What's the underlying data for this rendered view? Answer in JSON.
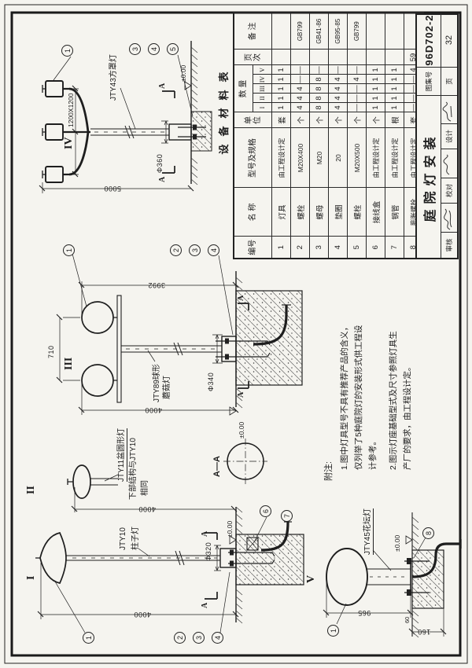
{
  "sheet": {
    "table_title": "设备材料表",
    "sheet_title": "庭院灯安装",
    "atlas_no_label": "图集号",
    "atlas_no": "96D702-2",
    "page_label": "页",
    "page_no": "32",
    "audit_label": "审核",
    "check_label": "校对",
    "design_label": "设计"
  },
  "table": {
    "headers": {
      "no": "编号",
      "name": "名 称",
      "model": "型号及规格",
      "unit": "单位",
      "qty": "数 量",
      "q1": "I",
      "q2": "II",
      "q3": "III",
      "q4": "IV",
      "q5": "V",
      "page": "页次",
      "remark": "备 注"
    },
    "rows": [
      {
        "no": "1",
        "name": "灯具",
        "model": "由工程设计定",
        "unit": "套",
        "q1": "1",
        "q2": "1",
        "q3": "1",
        "q4": "1",
        "q5": "1",
        "page": "",
        "remark": ""
      },
      {
        "no": "2",
        "name": "螺栓",
        "model": "M20X400",
        "unit": "个",
        "q1": "4",
        "q2": "4",
        "q3": "4",
        "q4": "—",
        "q5": "—",
        "page": "",
        "remark": "GB799"
      },
      {
        "no": "3",
        "name": "螺母",
        "model": "M20",
        "unit": "个",
        "q1": "8",
        "q2": "8",
        "q3": "8",
        "q4": "8",
        "q5": "—",
        "page": "",
        "remark": "GB41-86"
      },
      {
        "no": "4",
        "name": "垫圈",
        "model": "20",
        "unit": "个",
        "q1": "4",
        "q2": "4",
        "q3": "4",
        "q4": "4",
        "q5": "—",
        "page": "",
        "remark": "GB95-85"
      },
      {
        "no": "5",
        "name": "螺栓",
        "model": "M20X500",
        "unit": "个",
        "q1": "—",
        "q2": "—",
        "q3": "—",
        "q4": "4",
        "q5": "—",
        "page": "",
        "remark": "GB799"
      },
      {
        "no": "6",
        "name": "接线盒",
        "model": "由工程设计定",
        "unit": "个",
        "q1": "1",
        "q2": "1",
        "q3": "1",
        "q4": "1",
        "q5": "1",
        "page": "",
        "remark": ""
      },
      {
        "no": "7",
        "name": "钢管",
        "model": "由工程设计定",
        "unit": "根",
        "q1": "1",
        "q2": "1",
        "q3": "1",
        "q4": "1",
        "q5": "1",
        "page": "",
        "remark": ""
      },
      {
        "no": "8",
        "name": "膨胀螺栓",
        "model": "由工程设计定",
        "unit": "套",
        "q1": "—",
        "q2": "—",
        "q3": "—",
        "q4": "—",
        "q5": "4",
        "page": "59",
        "remark": ""
      }
    ]
  },
  "notes": {
    "title": "附注:",
    "line1": "1.图中灯具型号不具有推荐产品的含义，",
    "line2": "仅列举了5种庭院灯的安装形式供工程设",
    "line3": "计参考。",
    "line4": "2.图示灯座基础型式及尺寸参照灯具生",
    "line5": "产厂的要求，由工程设计定。"
  },
  "section": {
    "label": "A—A",
    "mark": "A"
  },
  "figures": {
    "fig1": {
      "numeral": "I",
      "model": "JTY10",
      "name": "柱子灯",
      "height": "4000",
      "base_dia": "Φ320",
      "level": "±0.00",
      "b1": "1",
      "b2": "2",
      "b3": "3",
      "b4": "4",
      "b6": "6",
      "b7": "7"
    },
    "fig2": {
      "numeral": "II",
      "label1": "JTY11盆圆形灯",
      "label2": "下部结构与JTY10",
      "label3": "相同",
      "height": "4000"
    },
    "fig3": {
      "numeral": "III",
      "label1": "JTY89球形",
      "label2": "蘑菇灯",
      "globe_span": "710",
      "height_left": "4000",
      "height_right": "3992",
      "base_dia": "Φ340",
      "level": "±0.00",
      "b1": "1",
      "b2": "2",
      "b3": "3",
      "b4": "4"
    },
    "fig4": {
      "numeral": "IV",
      "label": "JTY43方罩灯",
      "head_span": "1200X1200",
      "height": "5000",
      "base_dia": "Φ360",
      "level": "±0.00",
      "b1": "1",
      "b3": "3",
      "b4": "4",
      "b5": "5"
    },
    "fig5": {
      "numeral": "V",
      "label": "JTY45花坛灯",
      "height": "965",
      "pad_height": "160",
      "reveal": "60",
      "level": "±0.00",
      "b1": "1",
      "b8": "8"
    }
  }
}
